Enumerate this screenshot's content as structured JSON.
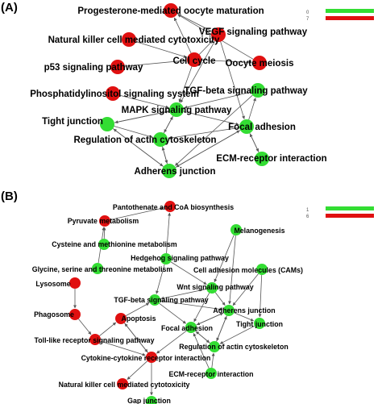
{
  "colors": {
    "up": "#e01010",
    "down": "#33dd33",
    "edge": "#555555"
  },
  "panels": [
    {
      "id": "A",
      "letter": "(A)",
      "legend": {
        "top": "0",
        "bottom": "7"
      },
      "nodes": [
        {
          "id": "prog",
          "label": "Progesterone-mediated oocyte maturation",
          "color": "up"
        },
        {
          "id": "vegf",
          "label": "VEGF signaling pathway",
          "color": "up"
        },
        {
          "id": "nk",
          "label": "Natural killer cell mediated cytotoxicity",
          "color": "up"
        },
        {
          "id": "p53",
          "label": "p53 signaling pathway",
          "color": "up"
        },
        {
          "id": "cc",
          "label": "Cell cycle",
          "color": "up"
        },
        {
          "id": "oom",
          "label": "Oocyte meiosis",
          "color": "up"
        },
        {
          "id": "pis",
          "label": "Phosphatidylinositol signaling system",
          "color": "up"
        },
        {
          "id": "tgf",
          "label": "TGF-beta signaling pathway",
          "color": "down"
        },
        {
          "id": "mapk",
          "label": "MAPK signaling pathway",
          "color": "down"
        },
        {
          "id": "tj",
          "label": "Tight junction",
          "color": "down"
        },
        {
          "id": "fa",
          "label": "Focal adhesion",
          "color": "down"
        },
        {
          "id": "rac",
          "label": "Regulation of actin cytoskeleton",
          "color": "down"
        },
        {
          "id": "ecm",
          "label": "ECM-receptor interaction",
          "color": "down"
        },
        {
          "id": "aj",
          "label": "Adherens junction",
          "color": "down"
        }
      ]
    },
    {
      "id": "B",
      "letter": "(B)",
      "legend": {
        "top": "1",
        "bottom": "6"
      },
      "nodes": [
        {
          "id": "pant",
          "label": "Pantothenate and CoA biosynthesis",
          "color": "up"
        },
        {
          "id": "pyr",
          "label": "Pyruvate metabolism",
          "color": "up"
        },
        {
          "id": "mel",
          "label": "Melanogenesis",
          "color": "down"
        },
        {
          "id": "cys",
          "label": "Cysteine and methionine metabolism",
          "color": "down"
        },
        {
          "id": "hh",
          "label": "Hedgehog signaling pathway",
          "color": "down"
        },
        {
          "id": "gly",
          "label": "Glycine, serine and threonine metabolism",
          "color": "down"
        },
        {
          "id": "cams",
          "label": "Cell adhesion molecules (CAMs)",
          "color": "down"
        },
        {
          "id": "lys",
          "label": "Lysosome",
          "color": "up"
        },
        {
          "id": "wnt",
          "label": "Wnt signaling pathway",
          "color": "down"
        },
        {
          "id": "tgfb",
          "label": "TGF-beta signaling pathway",
          "color": "down"
        },
        {
          "id": "phag",
          "label": "Phagosome",
          "color": "up"
        },
        {
          "id": "ajb",
          "label": "Adherens junction",
          "color": "down"
        },
        {
          "id": "apo",
          "label": "Apoptosis",
          "color": "up"
        },
        {
          "id": "tjb",
          "label": "Tight junction",
          "color": "down"
        },
        {
          "id": "fab",
          "label": "Focal adhesion",
          "color": "down"
        },
        {
          "id": "tlr",
          "label": "Toll-like receptor signaling pathway",
          "color": "up"
        },
        {
          "id": "racb",
          "label": "Regulation of actin cytoskeleton",
          "color": "down"
        },
        {
          "id": "cyto",
          "label": "Cytokine-cytokine receptor interaction",
          "color": "up"
        },
        {
          "id": "ecmb",
          "label": "ECM-receptor interaction",
          "color": "down"
        },
        {
          "id": "nkb",
          "label": "Natural killer cell mediated cytotoxicity",
          "color": "up"
        },
        {
          "id": "gap",
          "label": "Gap junction",
          "color": "down"
        }
      ]
    }
  ]
}
